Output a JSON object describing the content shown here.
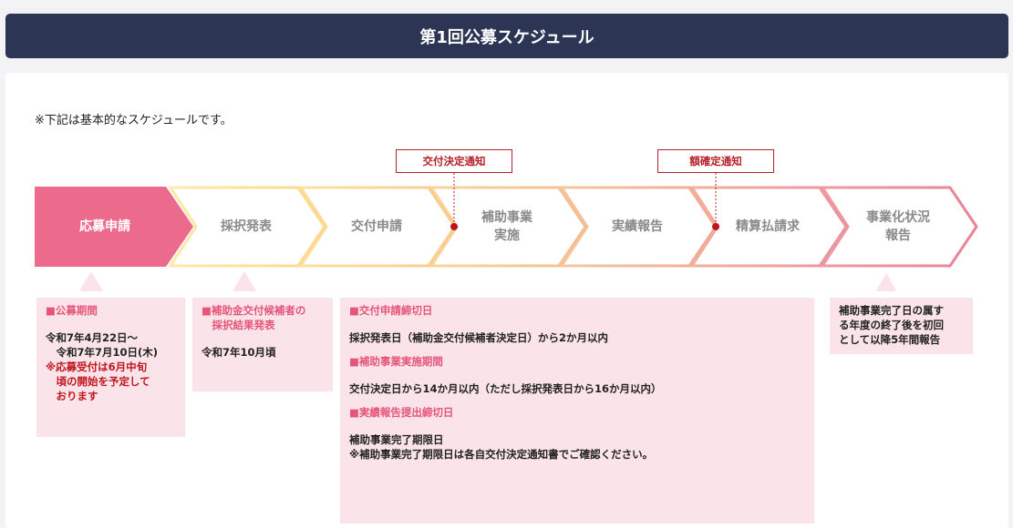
{
  "header": {
    "title": "第1回公募スケジュール"
  },
  "note": "※下記は基本的なスケジュールです。",
  "callouts": {
    "kofu": "交付決定通知",
    "gaku": "額確定通知"
  },
  "steps": [
    {
      "label": "応募申請",
      "active": true
    },
    {
      "label": "採択発表"
    },
    {
      "label": "交付申請"
    },
    {
      "label": "補助事業\n実施"
    },
    {
      "label": "実績報告"
    },
    {
      "label": "精算払請求"
    },
    {
      "label": "事業化状況\n報告"
    }
  ],
  "boxes": {
    "oubo": {
      "head": "公募期間",
      "text": "令和7年4月22日～\n　令和7年7月10日(木)",
      "note": "※応募受付は6月中旬\n　頃の開始を予定して\n　おります"
    },
    "saitaku": {
      "head": "補助金交付候補者の\n　採択結果発表",
      "text": "令和7年10月頃"
    },
    "kofu": {
      "head1": "交付申請締切日",
      "text1": "採択発表日（補助金交付候補者決定日）から2か月以内",
      "head2": "補助事業実施期間",
      "text2": "交付決定日から14か月以内（ただし採択発表日から16か月以内）",
      "head3": "実績報告提出締切日",
      "text3": "補助事業完了期限日\n※補助事業完了期限日は各自交付決定通知書でご確認ください。"
    },
    "jigyoka": {
      "text": "補助事業完了日の属す\nる年度の終了後を初回\nとして以降5年間報告"
    }
  },
  "colors": {
    "header_bg": "#2c3553",
    "active_step": "#ec6a8c",
    "callout_red": "#b5202a",
    "box_bg": "#fae4e9",
    "box_head": "#e5557a"
  }
}
